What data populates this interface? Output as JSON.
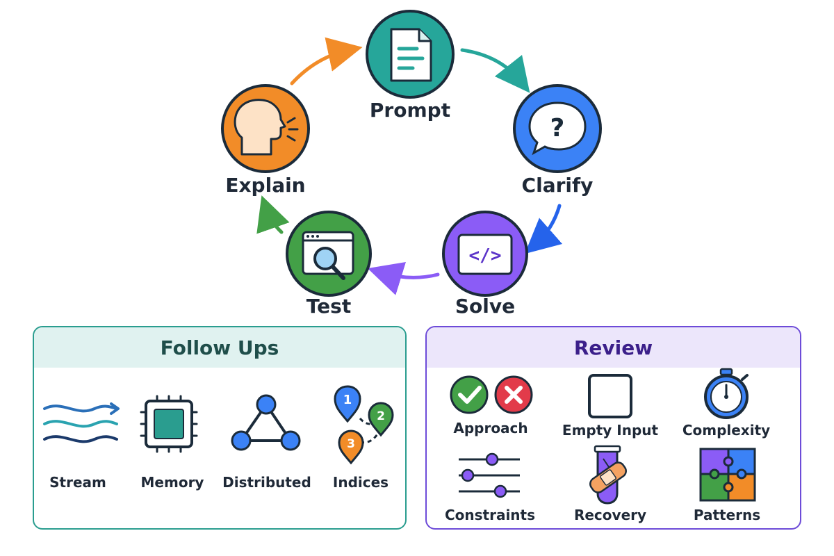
{
  "cycle": {
    "nodes": [
      {
        "label": "Prompt",
        "color": "#26a69a",
        "icon": "document-icon"
      },
      {
        "label": "Clarify",
        "color": "#3b82f6",
        "icon": "question-bubble-icon"
      },
      {
        "label": "Solve",
        "color": "#8b5cf6",
        "icon": "code-window-icon"
      },
      {
        "label": "Test",
        "color": "#43a047",
        "icon": "magnifier-window-icon"
      },
      {
        "label": "Explain",
        "color": "#f28c28",
        "icon": "speaking-head-icon"
      }
    ],
    "arrow_colors": [
      "#26a69a",
      "#2563eb",
      "#8b5cf6",
      "#43a047",
      "#f28c28"
    ]
  },
  "follow_ups": {
    "title": "Follow Ups",
    "accent": "#2a9d8f",
    "items": [
      {
        "label": "Stream",
        "icon": "waves-arrow-icon"
      },
      {
        "label": "Memory",
        "icon": "chip-icon"
      },
      {
        "label": "Distributed",
        "icon": "network-triangle-icon"
      },
      {
        "label": "Indices",
        "icon": "numbered-pins-icon"
      }
    ]
  },
  "review": {
    "title": "Review",
    "accent": "#6d4bd8",
    "items": [
      {
        "label": "Approach",
        "icon": "check-cross-icon"
      },
      {
        "label": "Empty Input",
        "icon": "empty-square-icon"
      },
      {
        "label": "Complexity",
        "icon": "stopwatch-icon"
      },
      {
        "label": "Constraints",
        "icon": "sliders-icon"
      },
      {
        "label": "Recovery",
        "icon": "bandaged-tube-icon"
      },
      {
        "label": "Patterns",
        "icon": "puzzle-icon"
      }
    ]
  }
}
